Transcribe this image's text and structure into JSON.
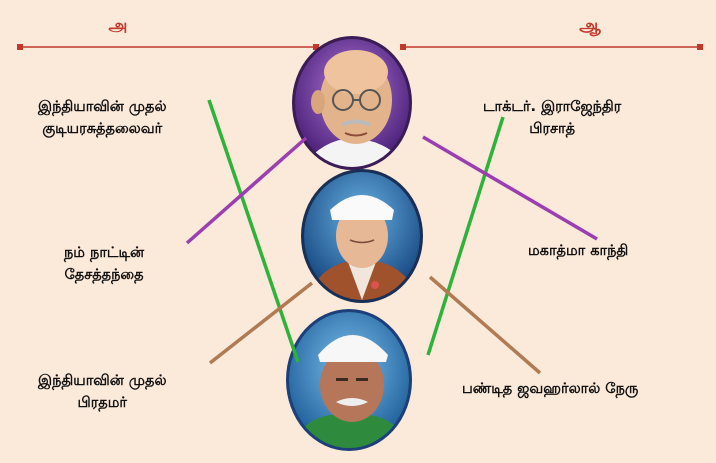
{
  "headers": {
    "left": "அ",
    "right": "ஆ"
  },
  "left_items": [
    {
      "line1": "இந்தியாவின் முதல்",
      "line2": "குடியரசுத்தலைவர்"
    },
    {
      "line1": "நம் நாட்டின்",
      "line2": "தேசத்தந்தை"
    },
    {
      "line1": "இந்தியாவின் முதல்",
      "line2": "பிரதமர்"
    }
  ],
  "right_items": [
    {
      "line1": "டாக்டர். இராஜேந்திர",
      "line2": "பிரசாத்"
    },
    {
      "line1": "மகாத்மா காந்தி",
      "line2": ""
    },
    {
      "line1": "பண்டித ஜவஹர்லால் நேரு",
      "line2": ""
    }
  ],
  "portraits": [
    "gandhi-portrait",
    "nehru-portrait",
    "rajendra-prasad-portrait"
  ],
  "colors": {
    "background": "#fbe9da",
    "header_line": "#c0392b",
    "connector_green": "#2eb33a",
    "connector_purple": "#9b3fb0",
    "connector_brown": "#b07a52"
  }
}
